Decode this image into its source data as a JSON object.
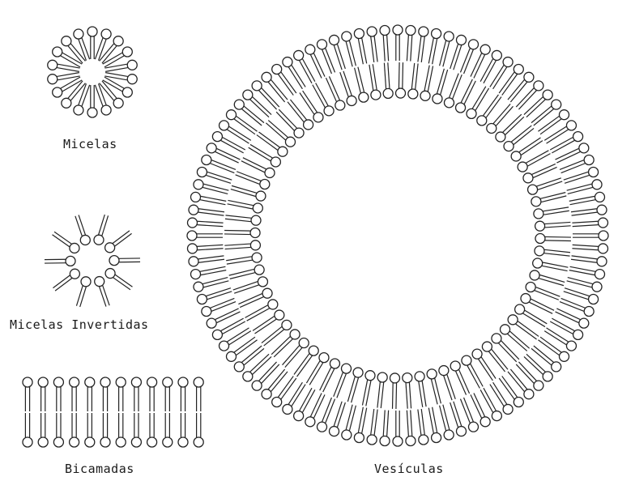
{
  "labels": {
    "micelas": "Micelas",
    "micelas_invertidas": "Micelas Invertidas",
    "bicamadas": "Bicamadas",
    "vesiculas": "Vesículas"
  },
  "colors": {
    "line": "#222222",
    "head_fill": "#ffffff",
    "background": "#ffffff"
  }
}
